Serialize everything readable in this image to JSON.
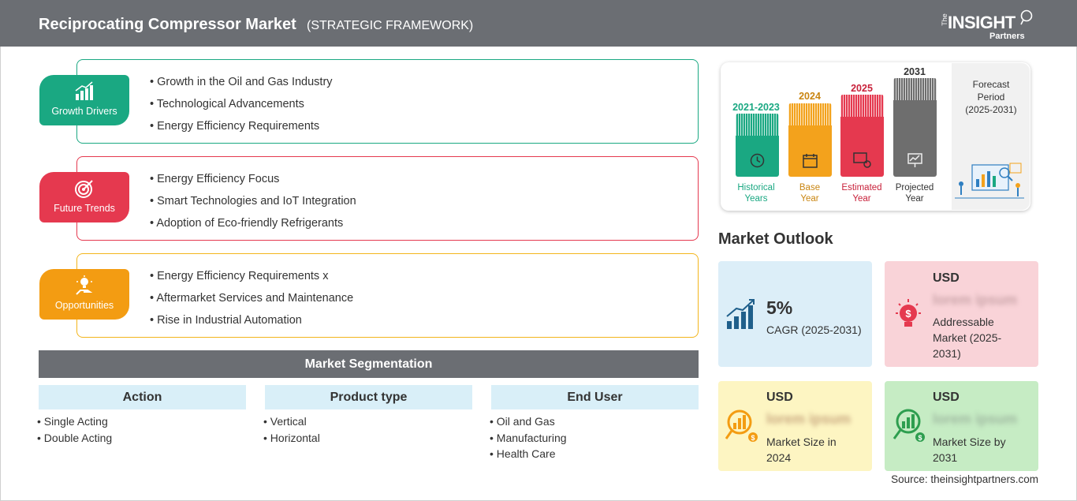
{
  "header": {
    "title": "Reciprocating Compressor Market",
    "subtitle": "(STRATEGIC FRAMEWORK)"
  },
  "logo": {
    "the": "The",
    "main": "INSIGHT",
    "sub": "Partners"
  },
  "framework": {
    "growth_drivers": {
      "label": "Growth Drivers",
      "color": "#1aa882",
      "items": [
        "Growth in the Oil and Gas Industry",
        "Technological Advancements",
        "Energy Efficiency Requirements"
      ]
    },
    "future_trends": {
      "label": "Future Trends",
      "color": "#e5394f",
      "items": [
        "Energy Efficiency Focus",
        "Smart Technologies and IoT Integration",
        "Adoption of Eco-friendly Refrigerants"
      ]
    },
    "opportunities": {
      "label": "Opportunities",
      "color": "#f39c12",
      "items": [
        "Energy Efficiency Requirements x",
        "Aftermarket Services and Maintenance",
        "Rise in Industrial Automation"
      ]
    }
  },
  "segmentation": {
    "title": "Market Segmentation",
    "columns": [
      {
        "heading": "Action",
        "items": [
          "Single Acting",
          "Double Acting"
        ]
      },
      {
        "heading": "Product type",
        "items": [
          "Vertical",
          "Horizontal"
        ]
      },
      {
        "heading": "End User",
        "items": [
          "Oil and Gas",
          "Manufacturing",
          "Health Care"
        ]
      }
    ]
  },
  "timeline": {
    "bars": [
      {
        "year": "2021-2023",
        "label_1": "Historical",
        "label_2": "Years",
        "color": "#1aa882"
      },
      {
        "year": "2024",
        "label_1": "Base",
        "label_2": "Year",
        "color": "#f3a21c"
      },
      {
        "year": "2025",
        "label_1": "Estimated",
        "label_2": "Year",
        "color": "#e5394f"
      },
      {
        "year": "2031",
        "label_1": "Projected",
        "label_2": "Year",
        "color": "#6e6e6e"
      }
    ],
    "forecast": {
      "line_1": "Forecast",
      "line_2": "Period",
      "line_3": "(2025-2031)"
    }
  },
  "outlook": {
    "title": "Market Outlook",
    "cagr": {
      "value": "5%",
      "label": "CAGR (2025-2031)"
    },
    "addressable": {
      "currency": "USD",
      "value": "lorem ipsum",
      "label": "Addressable Market (2025-2031)"
    },
    "size_2024": {
      "currency": "USD",
      "value": "lorem ipsum",
      "label": "Market Size in 2024"
    },
    "size_2031": {
      "currency": "USD",
      "value": "lorem ipsum",
      "label": "Market Size by 2031"
    }
  },
  "source": "Source: theinsightpartners.com"
}
